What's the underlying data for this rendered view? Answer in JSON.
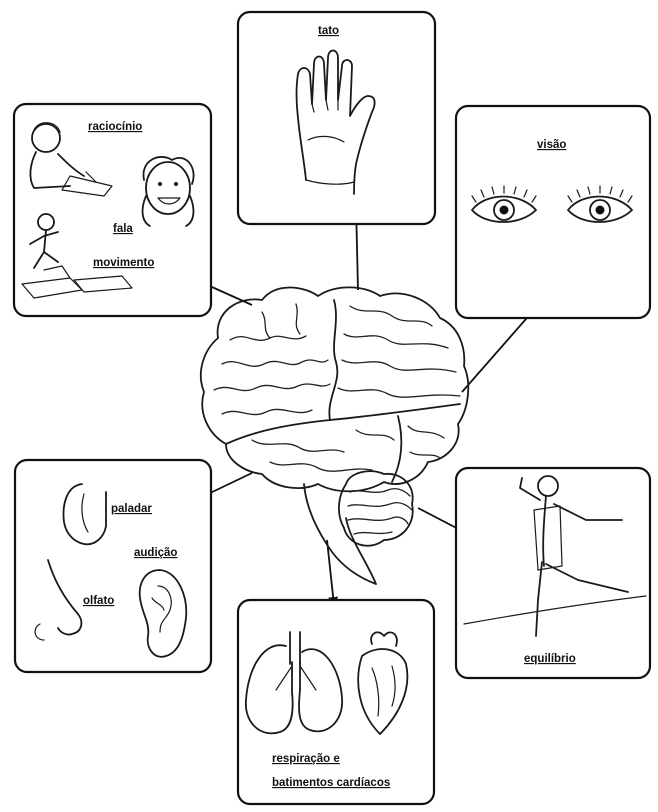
{
  "labels": {
    "tato": "tato",
    "raciocinio": "raciocínio",
    "fala": "fala",
    "movimento": "movimento",
    "visao": "visão",
    "paladar": "paladar",
    "audicao": "audição",
    "olfato": "olfato",
    "equilibrio": "equilíbrio",
    "respiracao_1": "respiração e",
    "respiracao_2": "batimentos cardíacos"
  },
  "colors": {
    "ink": "#111111",
    "background": "#ffffff"
  }
}
